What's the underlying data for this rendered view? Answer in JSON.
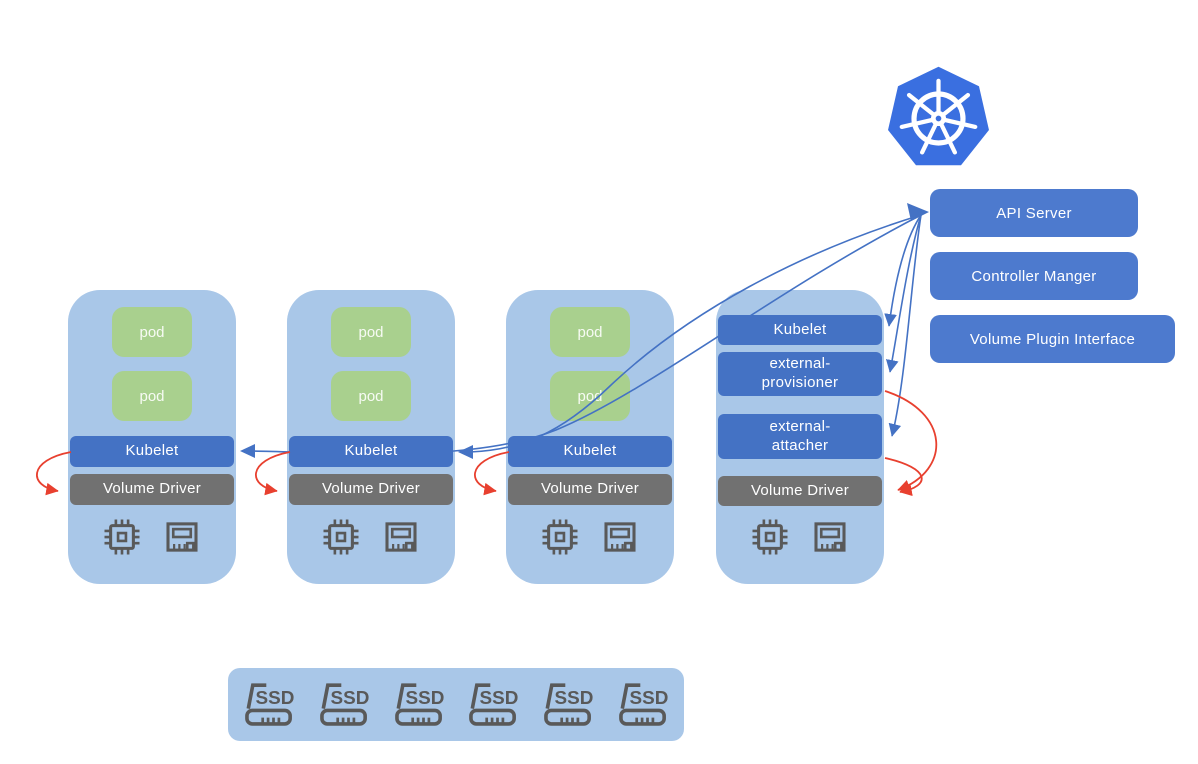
{
  "diagram": {
    "title": "kubernetes-csi-architecture",
    "control_plane": {
      "api_server": "API Server",
      "controller_manager": "Controller Manger",
      "volume_plugin_interface": "Volume Plugin Interface"
    },
    "nodes": [
      {
        "pods": [
          "pod",
          "pod"
        ],
        "kubelet": "Kubelet",
        "volume_driver": "Volume Driver",
        "icons": [
          "cpu-icon",
          "memory-icon"
        ]
      },
      {
        "pods": [
          "pod",
          "pod"
        ],
        "kubelet": "Kubelet",
        "volume_driver": "Volume Driver",
        "icons": [
          "cpu-icon",
          "memory-icon"
        ]
      },
      {
        "pods": [
          "pod",
          "pod"
        ],
        "kubelet": "Kubelet",
        "volume_driver": "Volume Driver",
        "icons": [
          "cpu-icon",
          "memory-icon"
        ]
      },
      {
        "kubelet": "Kubelet",
        "external_provisioner": "external-provisioner",
        "external_attacher": "external-attacher",
        "volume_driver": "Volume Driver",
        "icons": [
          "cpu-icon",
          "memory-icon"
        ]
      }
    ],
    "ssd_rack": {
      "icons": [
        "SSD",
        "SSD",
        "SSD",
        "SSD",
        "SSD",
        "SSD"
      ]
    },
    "logo": "kubernetes-logo",
    "colors": {
      "node_fill": "#a9c7e8",
      "pod_fill": "#a9d08e",
      "bar_blue": "#4472c4",
      "control_plane_blue": "#4d7ace",
      "volume_driver_gray": "#717171",
      "arrow_blue": "#4472c4",
      "arrow_red": "#e8402f",
      "icon_gray": "#595959",
      "logo_blue": "#3a6fe0"
    }
  }
}
